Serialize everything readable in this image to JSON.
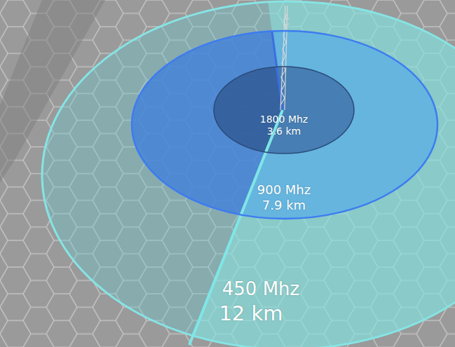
{
  "diagram": {
    "nodes": [
      {
        "text": [
          "450 Mhz",
          "12 km"
        ]
      },
      {
        "text": [
          "900 Mhz",
          "7.9 km"
        ],
        "in": 0
      },
      {
        "text": [
          "1800 Mhz",
          "3.6 km"
        ],
        "in": 1
      }
    ]
  }
}
